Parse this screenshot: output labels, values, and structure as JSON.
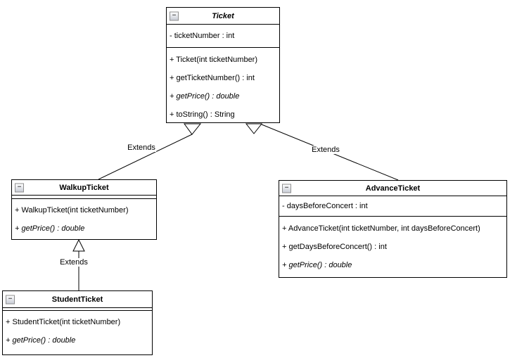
{
  "icons": {
    "collapse_glyph": "−"
  },
  "colors": {
    "box_border": "#000000",
    "box_fill": "#ffffff",
    "text": "#000000",
    "collapse_icon_border": "#8f8f8f"
  },
  "diagram": {
    "classes": {
      "ticket": {
        "title": "Ticket",
        "attributes": [
          "- ticketNumber : int"
        ],
        "methods": [
          "+ Ticket(int ticketNumber)",
          "+ getTicketNumber() : int",
          "+ getPrice() : double",
          "+ toString() : String"
        ]
      },
      "walkup": {
        "title": "WalkupTicket",
        "attributes": [],
        "methods": [
          "+ WalkupTicket(int ticketNumber)",
          "+ getPrice() : double"
        ]
      },
      "advance": {
        "title": "AdvanceTicket",
        "attributes": [
          "- daysBeforeConcert : int"
        ],
        "methods": [
          "+ AdvanceTicket(int ticketNumber, int daysBeforeConcert)",
          "+ getDaysBeforeConcert() : int",
          "+ getPrice() : double"
        ]
      },
      "student": {
        "title": "StudentTicket",
        "attributes": [],
        "methods": [
          "+ StudentTicket(int ticketNumber)",
          "+ getPrice() : double"
        ]
      }
    },
    "relations": {
      "walkup_extends_ticket": {
        "label": "Extends"
      },
      "advance_extends_ticket": {
        "label": "Extends"
      },
      "student_extends_walkup": {
        "label": "Extends"
      }
    }
  }
}
